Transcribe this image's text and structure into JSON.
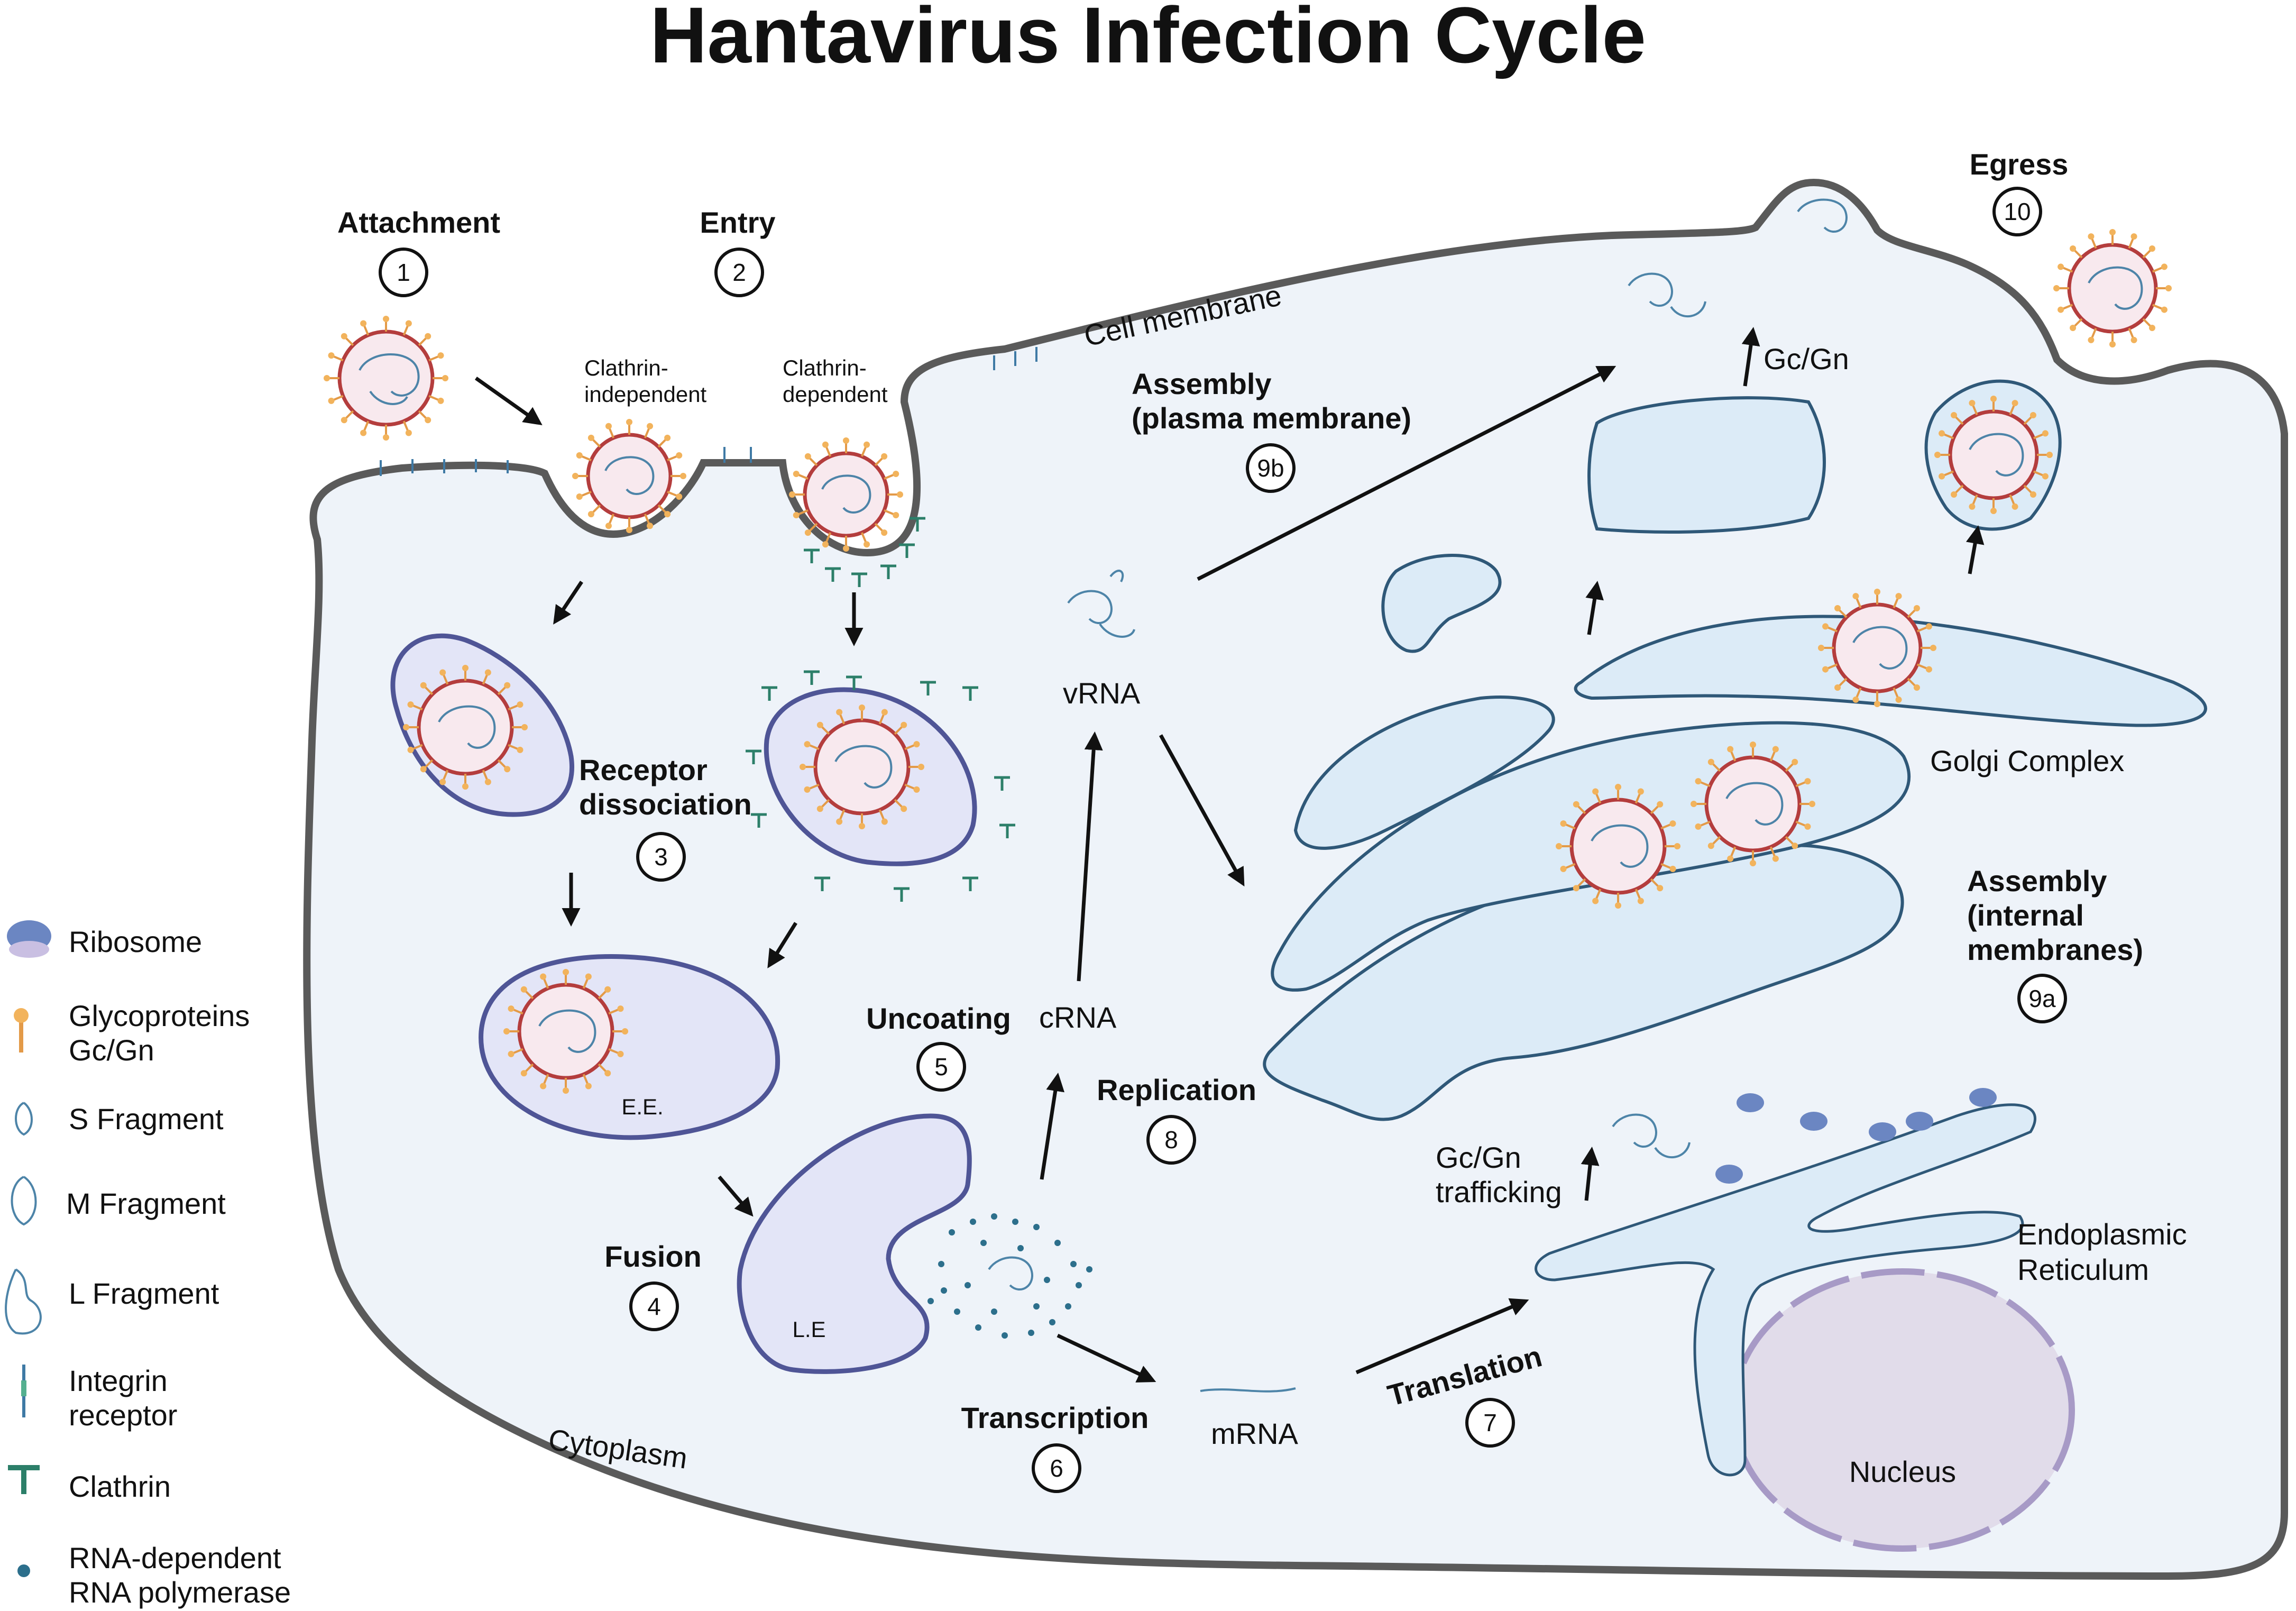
{
  "title": "Hantavirus Infection Cycle",
  "compartments": {
    "cell_membrane": "Cell membrane",
    "cytoplasm": "Cytoplasm",
    "golgi": "Golgi Complex",
    "er": [
      "Endoplasmic",
      "Reticulum"
    ],
    "nucleus": "Nucleus",
    "early_endosome": "E.E.",
    "late_endosome": "L.E"
  },
  "entry_routes": {
    "independent": [
      "Clathrin-",
      "independent"
    ],
    "dependent": [
      "Clathrin-",
      "dependent"
    ]
  },
  "steps": {
    "attachment": {
      "label": [
        "Attachment"
      ],
      "number": "1"
    },
    "entry": {
      "label": [
        "Entry"
      ],
      "number": "2"
    },
    "receptor": {
      "label": [
        "Receptor",
        "dissociation"
      ],
      "number": "3"
    },
    "fusion": {
      "label": [
        "Fusion"
      ],
      "number": "4"
    },
    "uncoating": {
      "label": [
        "Uncoating"
      ],
      "number": "5"
    },
    "transcription": {
      "label": [
        "Transcription"
      ],
      "number": "6"
    },
    "translation": {
      "label": [
        "Translation"
      ],
      "number": "7"
    },
    "replication": {
      "label": [
        "Replication"
      ],
      "number": "8"
    },
    "assembly_internal": {
      "label": [
        "Assembly",
        "(internal",
        "membranes)"
      ],
      "number": "9a"
    },
    "assembly_plasma": {
      "label": [
        "Assembly",
        "(plasma membrane)"
      ],
      "number": "9b"
    },
    "egress": {
      "label": [
        "Egress"
      ],
      "number": "10"
    }
  },
  "molecules": {
    "vrna": "vRNA",
    "crna": "cRNA",
    "mrna": "mRNA",
    "gcgn": "Gc/Gn",
    "trafficking": [
      "Gc/Gn",
      "trafficking"
    ]
  },
  "legend": [
    {
      "icon": "ribosome-icon",
      "lines": [
        "Ribosome"
      ]
    },
    {
      "icon": "glycoprotein-icon",
      "lines": [
        "Glycoproteins",
        "Gc/Gn"
      ]
    },
    {
      "icon": "s-fragment-icon",
      "lines": [
        "S Fragment"
      ]
    },
    {
      "icon": "m-fragment-icon",
      "lines": [
        "M Fragment"
      ]
    },
    {
      "icon": "l-fragment-icon",
      "lines": [
        "L Fragment"
      ]
    },
    {
      "icon": "integrin-icon",
      "lines": [
        "Integrin",
        "receptor"
      ]
    },
    {
      "icon": "clathrin-icon",
      "lines": [
        "Clathrin"
      ]
    },
    {
      "icon": "polymerase-icon",
      "lines": [
        "RNA-dependent",
        "RNA polymerase"
      ]
    }
  ],
  "colors": {
    "cytoplasm": "#eef3f9",
    "cell_membrane": "#5a5a5a",
    "organelle": "#dcebf7",
    "endosome": "#e3e5f7",
    "virus_envelope": "#b43d3d",
    "glycoprotein": "#e39a48",
    "rna": "#4d84a8",
    "clathrin": "#2c7f69",
    "nucleus": "#e1dcea"
  }
}
